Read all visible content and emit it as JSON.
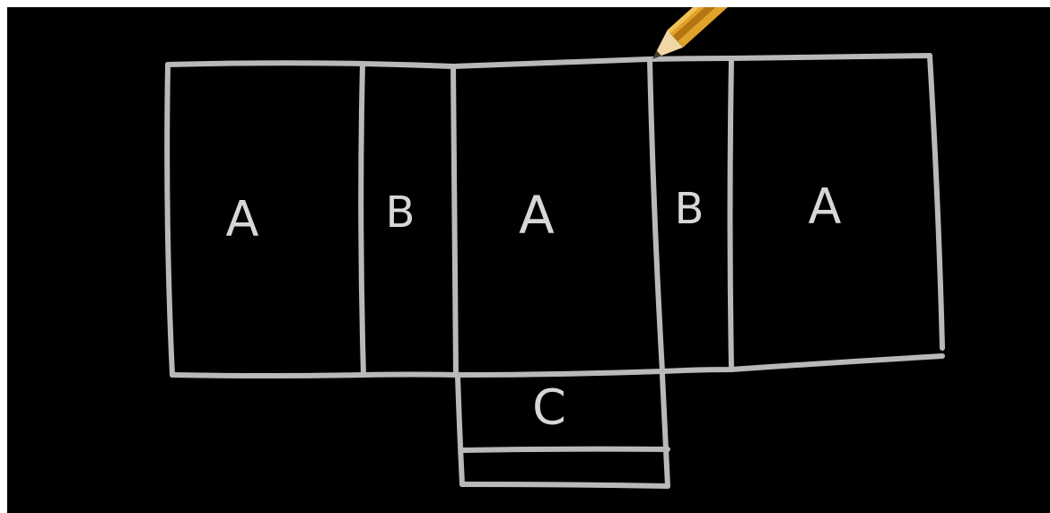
{
  "colors": {
    "background": "#000000",
    "chalk_line": "#b9b9b9",
    "chalk_text": "#d7d7d7",
    "pencil_body": "#e0a32a",
    "pencil_wood": "#f2d7a6",
    "pencil_lead": "#4a3a2a"
  },
  "net": {
    "top_row": [
      "A",
      "B",
      "A",
      "B",
      "A"
    ],
    "bottom_flap_label": "C",
    "bottom_strip_label": ""
  },
  "icons": {
    "drawing_tool": "pencil-icon"
  }
}
